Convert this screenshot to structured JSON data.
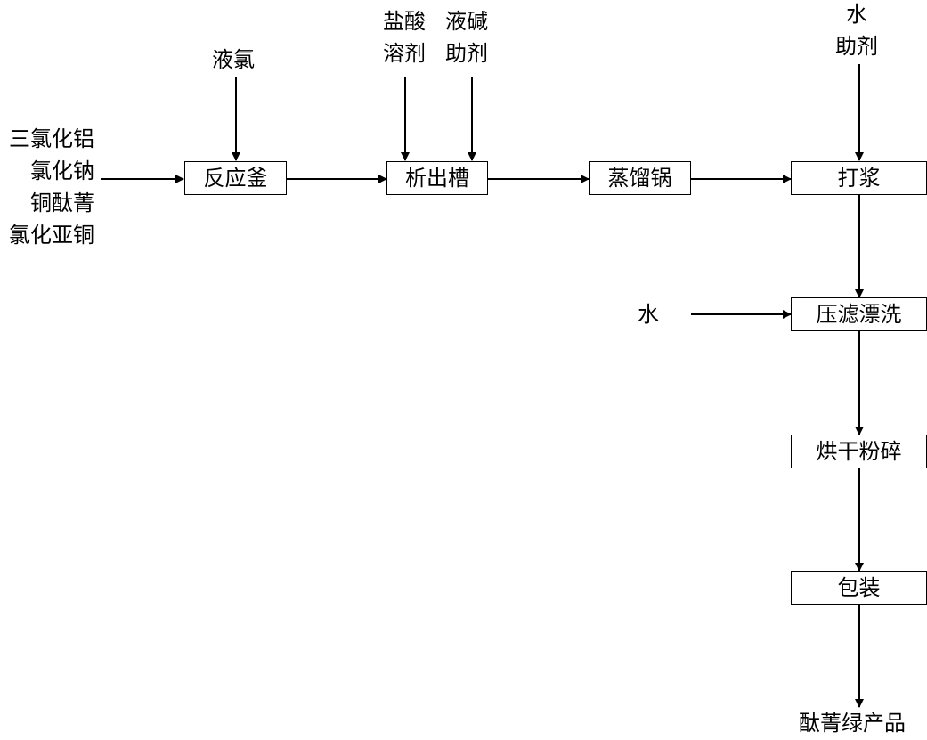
{
  "inputs": {
    "raw_materials": [
      "三氯化铝",
      "氯化钠",
      "铜酞菁",
      "氯化亚铜"
    ],
    "liquid_chlorine": "液氯",
    "hcl_solvent": [
      "盐酸",
      "溶剂"
    ],
    "lye_aid": [
      "液碱",
      "助剂"
    ],
    "water_aid": [
      "水",
      "助剂"
    ],
    "water": "水"
  },
  "steps": {
    "reactor": "反应釜",
    "precipitation_tank": "析出槽",
    "distillation_pot": "蒸馏锅",
    "pulping": "打浆",
    "filter_press_rinse": "压滤漂洗",
    "drying_crushing": "烘干粉碎",
    "packaging": "包装"
  },
  "product": "酞菁绿产品",
  "colors": {
    "line": "#000000",
    "background": "#ffffff"
  }
}
